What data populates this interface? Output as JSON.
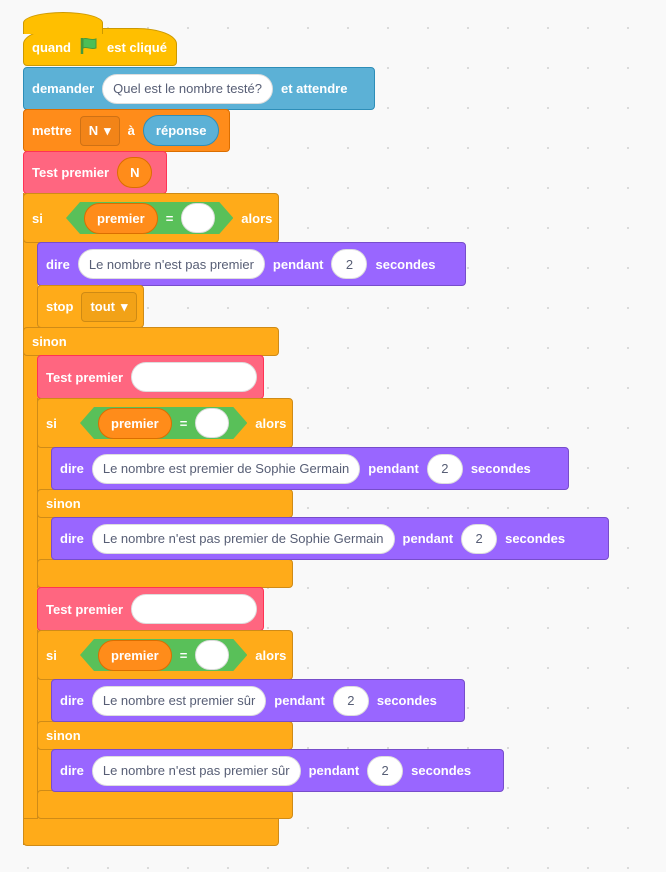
{
  "hat": {
    "label1": "quand",
    "label2": "est cliqué"
  },
  "ask": {
    "label1": "demander",
    "question": "Quel est le nombre testé?",
    "label2": "et attendre"
  },
  "set": {
    "label1": "mettre",
    "variable": "N",
    "label2": "à",
    "value": "réponse"
  },
  "test1": {
    "label": "Test premier",
    "arg": "N"
  },
  "if1": {
    "si": "si",
    "var": "premier",
    "eq": "=",
    "val": "",
    "alors": "alors",
    "sinon": "sinon"
  },
  "say1": {
    "label": "dire",
    "text": "Le nombre n'est pas premier",
    "pendant": "pendant",
    "secs": "2",
    "secondes": "secondes"
  },
  "stop": {
    "label": "stop",
    "option": "tout"
  },
  "test2": {
    "label": "Test premier",
    "arg": ""
  },
  "if2": {
    "si": "si",
    "var": "premier",
    "eq": "=",
    "val": "",
    "alors": "alors",
    "sinon": "sinon"
  },
  "say2": {
    "label": "dire",
    "text": "Le nombre est premier de Sophie Germain",
    "pendant": "pendant",
    "secs": "2",
    "secondes": "secondes"
  },
  "say3": {
    "label": "dire",
    "text": "Le nombre n'est pas premier de Sophie Germain",
    "pendant": "pendant",
    "secs": "2",
    "secondes": "secondes"
  },
  "test3": {
    "label": "Test premier",
    "arg": ""
  },
  "if3": {
    "si": "si",
    "var": "premier",
    "eq": "=",
    "val": "",
    "alors": "alors",
    "sinon": "sinon"
  },
  "say4": {
    "label": "dire",
    "text": "Le nombre est premier sûr",
    "pendant": "pendant",
    "secs": "2",
    "secondes": "secondes"
  },
  "say5": {
    "label": "dire",
    "text": "Le nombre n'est pas premier sûr",
    "pendant": "pendant",
    "secs": "2",
    "secondes": "secondes"
  }
}
